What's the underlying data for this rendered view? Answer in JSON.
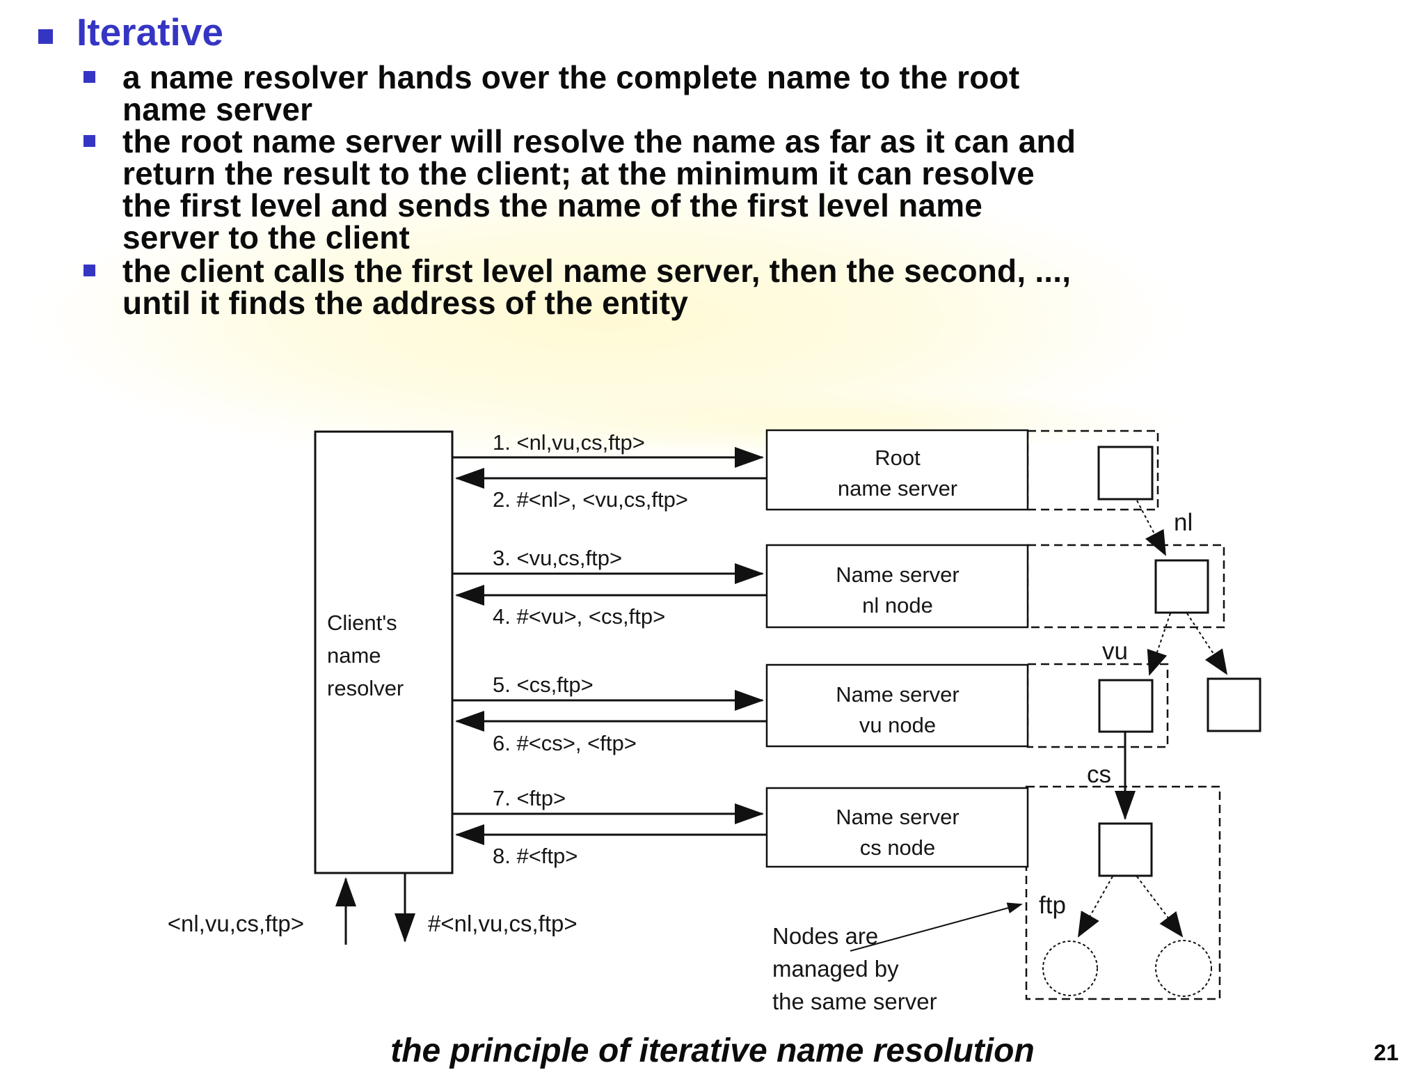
{
  "slide": {
    "title": "Iterative",
    "accent_color": "#3535c4",
    "wash_color": "#fffadc",
    "bullets": [
      {
        "lines": [
          "a name resolver hands over the complete name to the root",
          "name server"
        ]
      },
      {
        "lines": [
          "the root name server will resolve the name as far as it can and",
          "return the result to the client; at the minimum it can resolve",
          "the first level and sends the name of the first level name",
          "server to the client"
        ]
      },
      {
        "lines": [
          "the client calls the first level name server, then the second, ...,",
          "until it finds the address of the entity"
        ]
      }
    ],
    "caption": "the principle of iterative name resolution",
    "page_number": "21"
  },
  "diagram": {
    "client_box": {
      "lines": [
        "Client's",
        "name",
        "resolver"
      ]
    },
    "servers": [
      {
        "lines": [
          "Root",
          "name server"
        ]
      },
      {
        "lines": [
          "Name server",
          "nl node"
        ]
      },
      {
        "lines": [
          "Name server",
          "vu node"
        ]
      },
      {
        "lines": [
          "Name server",
          "cs node"
        ]
      }
    ],
    "messages": [
      {
        "label": "1. <nl,vu,cs,ftp>",
        "direction": "right"
      },
      {
        "label": "2. #<nl>, <vu,cs,ftp>",
        "direction": "left"
      },
      {
        "label": "3. <vu,cs,ftp>",
        "direction": "right"
      },
      {
        "label": "4. #<vu>, <cs,ftp>",
        "direction": "left"
      },
      {
        "label": "5. <cs,ftp>",
        "direction": "right"
      },
      {
        "label": "6. #<cs>, <ftp>",
        "direction": "left"
      },
      {
        "label": "7. <ftp>",
        "direction": "right"
      },
      {
        "label": "8. #<ftp>",
        "direction": "left"
      }
    ],
    "query_label": "<nl,vu,cs,ftp>",
    "response_label": "#<nl,vu,cs,ftp>",
    "tree": {
      "edge_labels": {
        "nl": "nl",
        "vu": "vu",
        "cs": "cs",
        "ftp": "ftp"
      },
      "note_lines": [
        "Nodes are",
        "managed by",
        "the same server"
      ]
    }
  }
}
